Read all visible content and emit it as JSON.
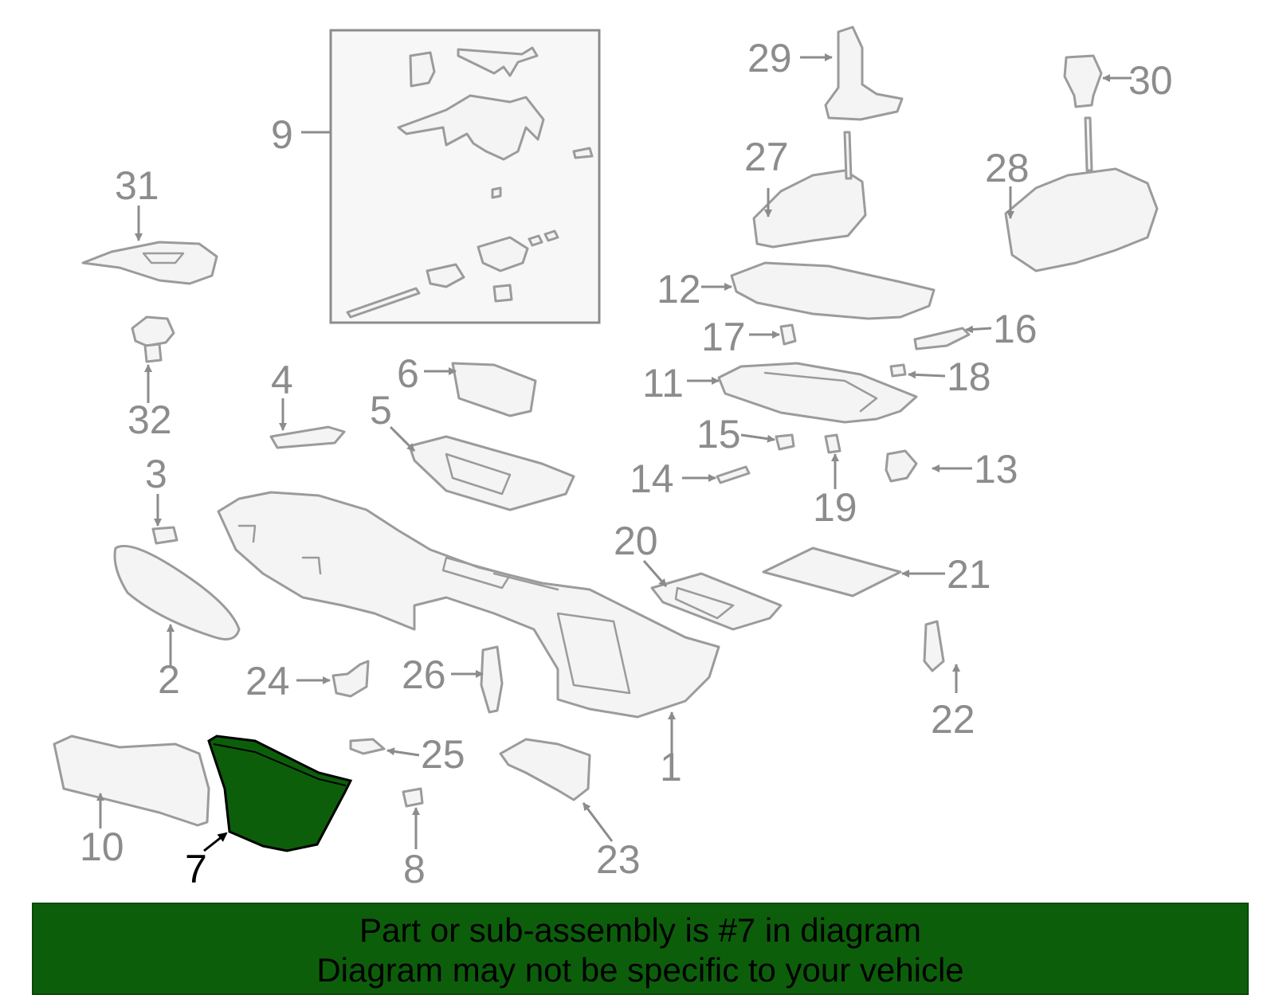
{
  "highlighted_part": "7",
  "highlight_color": "#0d5e0b",
  "banner": {
    "line1": "Part or sub-assembly is #7 in diagram",
    "line2": "Diagram may not be specific to your vehicle"
  },
  "callouts": {
    "p1": "1",
    "p2": "2",
    "p3": "3",
    "p4": "4",
    "p5": "5",
    "p6": "6",
    "p7": "7",
    "p8": "8",
    "p9": "9",
    "p10": "10",
    "p11": "11",
    "p12": "12",
    "p13": "13",
    "p14": "14",
    "p15": "15",
    "p16": "16",
    "p17": "17",
    "p18": "18",
    "p19": "19",
    "p20": "20",
    "p21": "21",
    "p22": "22",
    "p23": "23",
    "p24": "24",
    "p25": "25",
    "p26": "26",
    "p27": "27",
    "p28": "28",
    "p29": "29",
    "p30": "30",
    "p31": "31",
    "p32": "32"
  }
}
